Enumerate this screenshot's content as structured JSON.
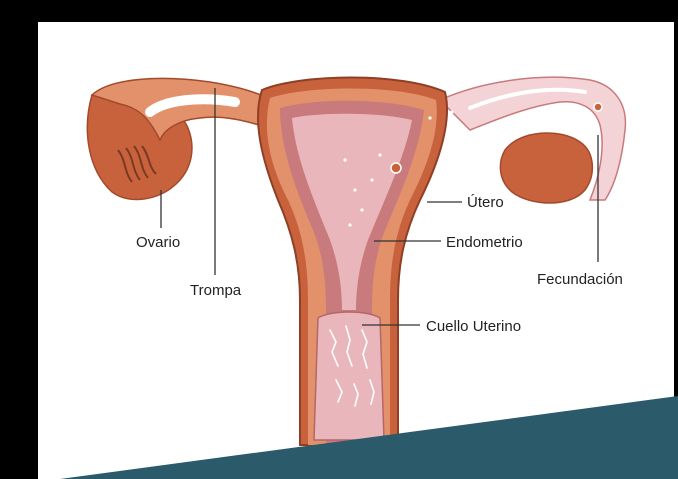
{
  "diagram": {
    "labels": {
      "ovario": "Ovario",
      "trompa": "Trompa",
      "utero": "Útero",
      "endometrio": "Endometrio",
      "fecundacion": "Fecundación",
      "cuello": "Cuello Uterino"
    }
  },
  "colors": {
    "frame": "#000000",
    "panel": "#ffffff",
    "tissue_outer": "#c8623d",
    "tissue_mid": "#e3916a",
    "tissue_inner": "#c97a7c",
    "cavity": "#e9b7bb",
    "tube_light": "#f3d3d5",
    "leader": "#333333",
    "footer_band": "#2b5a6b"
  }
}
